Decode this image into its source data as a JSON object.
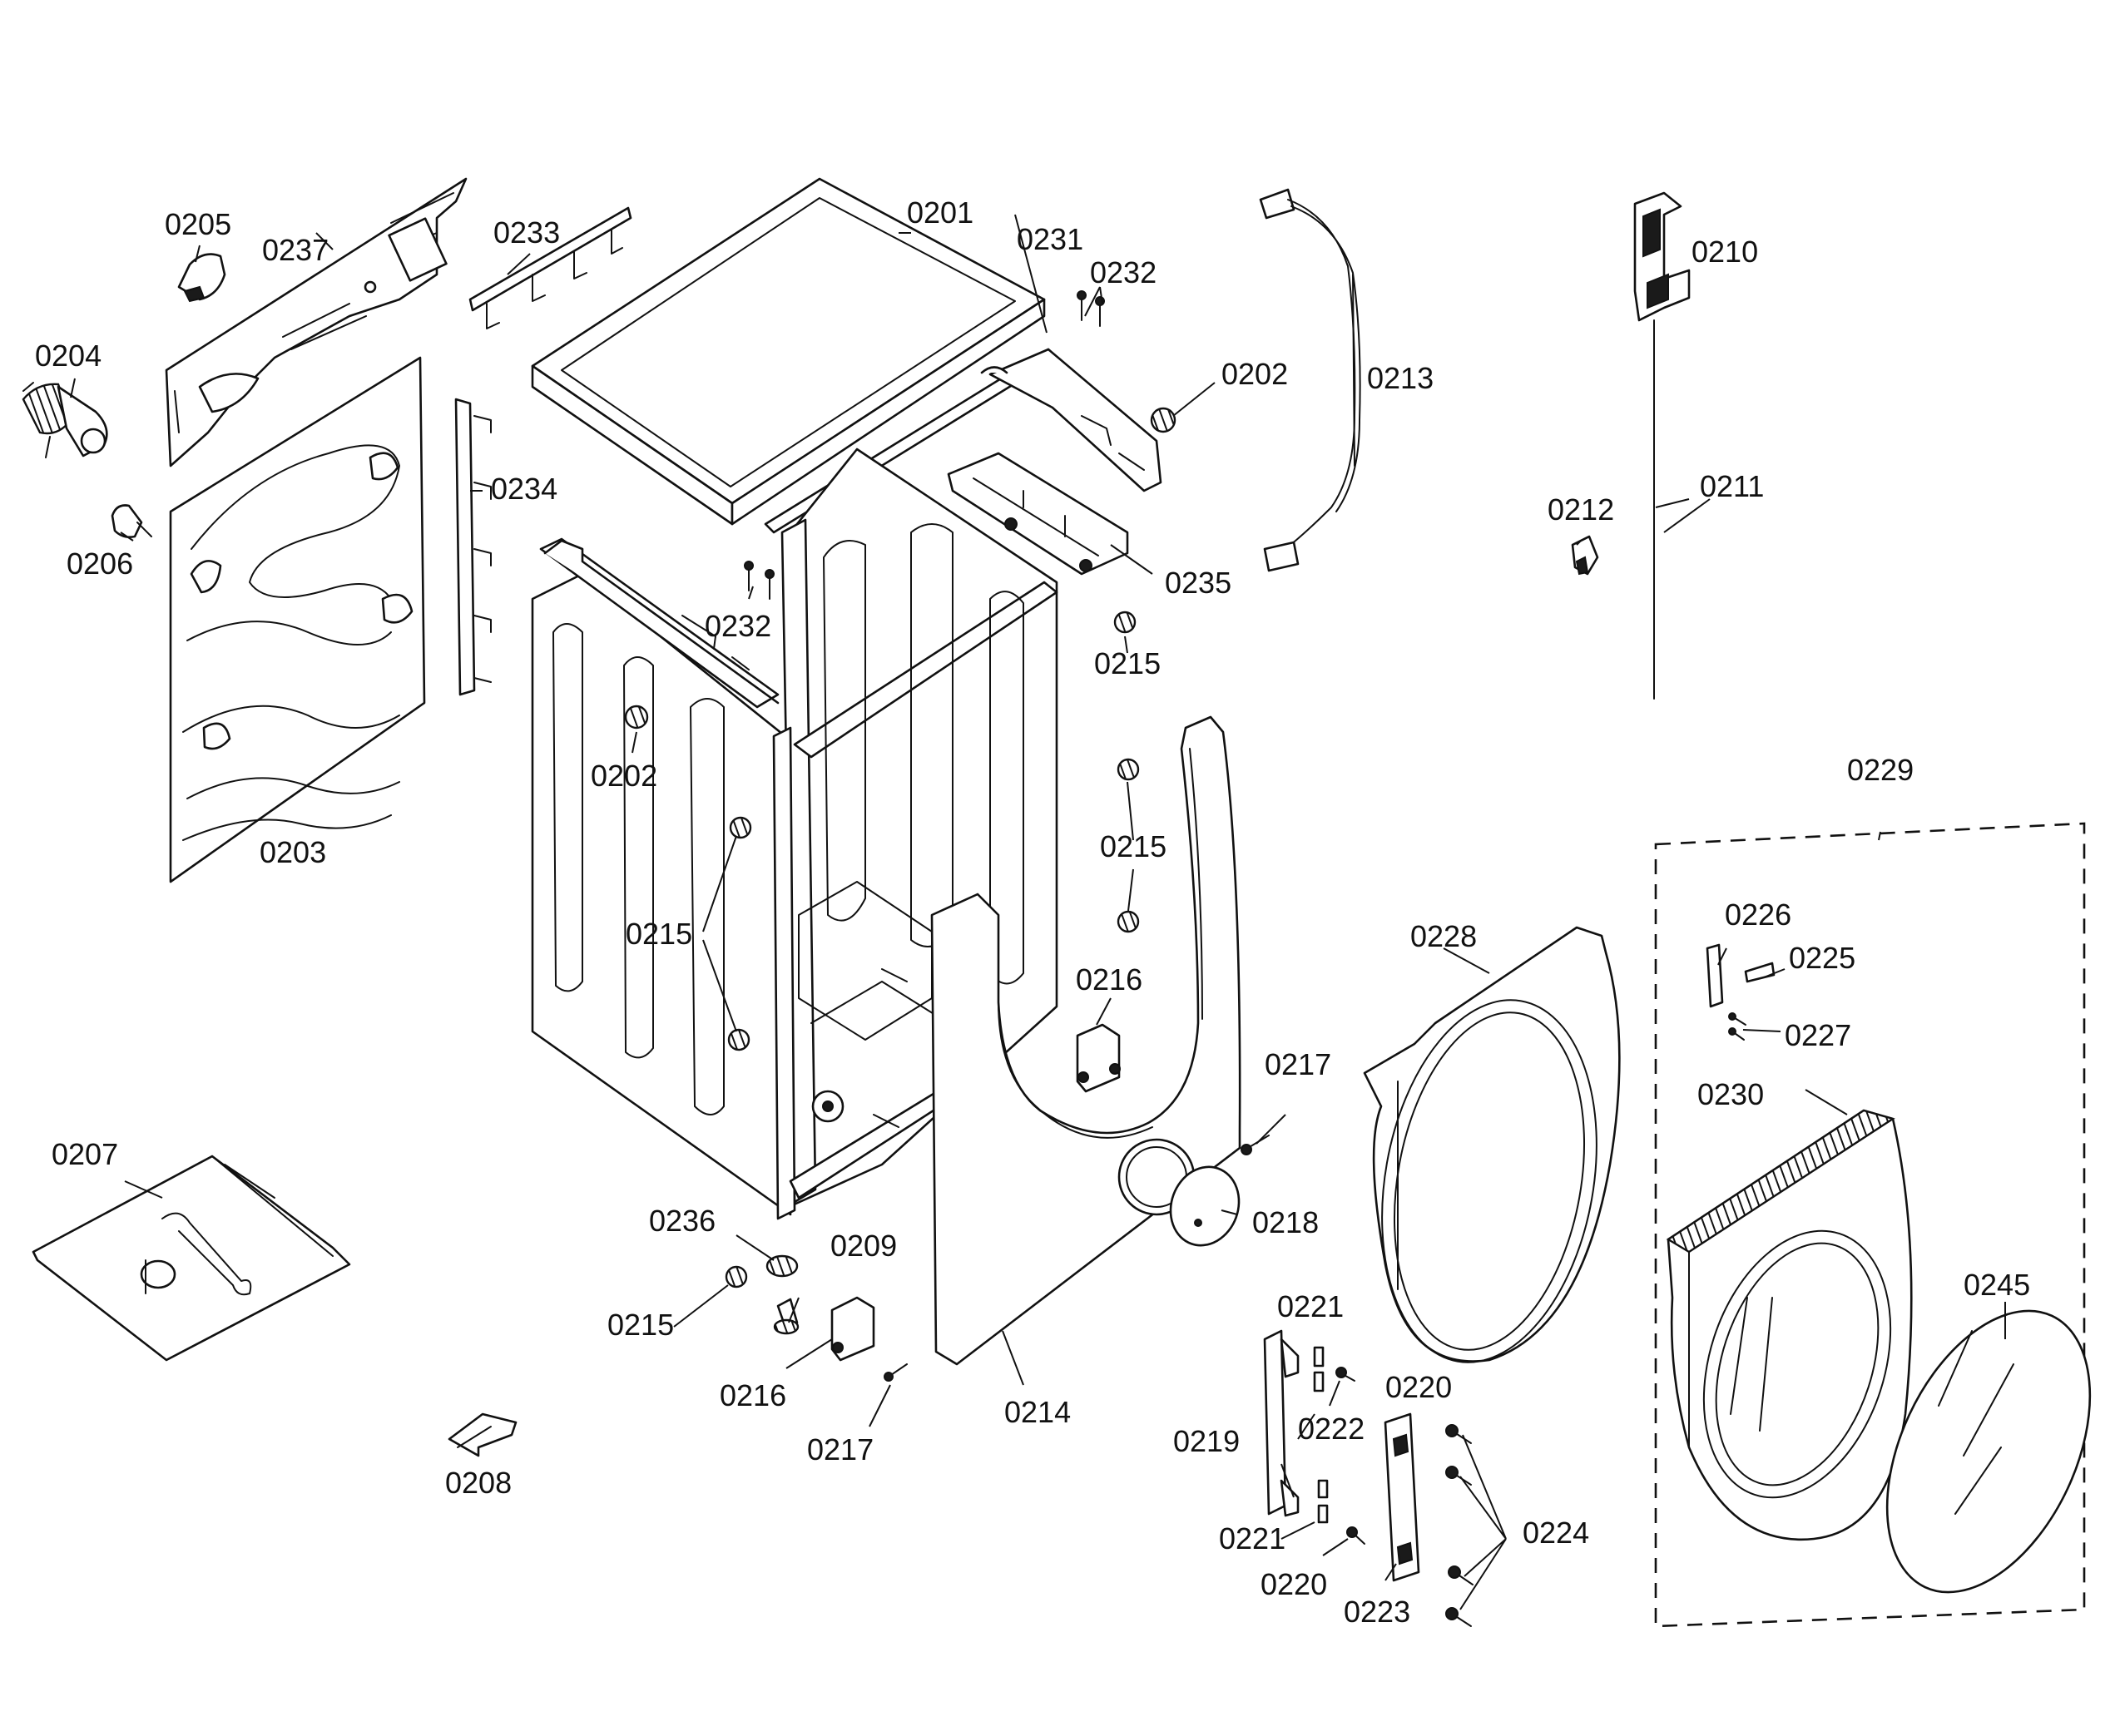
{
  "parts": {
    "p0201": "0201",
    "p0202": "0202",
    "p0203": "0203",
    "p0204": "0204",
    "p0205": "0205",
    "p0206": "0206",
    "p0207": "0207",
    "p0208": "0208",
    "p0209": "0209",
    "p0210": "0210",
    "p0211": "0211",
    "p0212": "0212",
    "p0213": "0213",
    "p0214": "0214",
    "p0215": "0215",
    "p0216": "0216",
    "p0217": "0217",
    "p0218": "0218",
    "p0219": "0219",
    "p0220": "0220",
    "p0221": "0221",
    "p0222": "0222",
    "p0223": "0223",
    "p0224": "0224",
    "p0225": "0225",
    "p0226": "0226",
    "p0227": "0227",
    "p0228": "0228",
    "p0229": "0229",
    "p0230": "0230",
    "p0231": "0231",
    "p0232": "0232",
    "p0233": "0233",
    "p0234": "0234",
    "p0235": "0235",
    "p0236": "0236",
    "p0237": "0237",
    "p0245": "0245"
  }
}
